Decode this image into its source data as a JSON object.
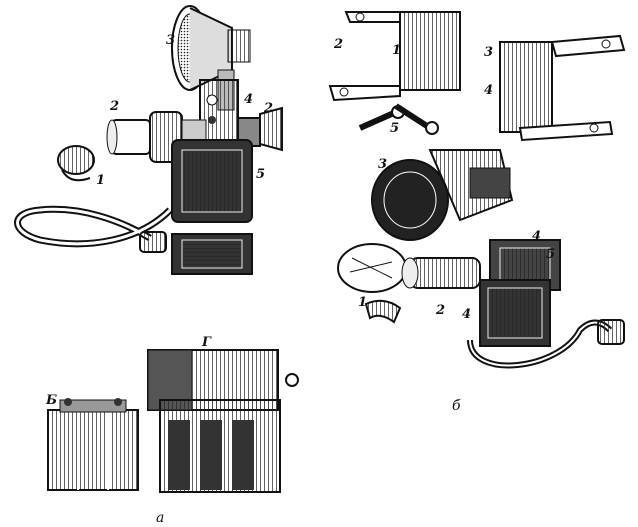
{
  "figure": {
    "panel_a_caption": "a",
    "panel_b_caption": "б",
    "labels_a": {
      "cap": "1",
      "lens_tube": "2",
      "eyepiece": "2",
      "headlamp": "3",
      "connector": "4",
      "housing_front": "5",
      "battery_left": "Б",
      "battery_right": "Г"
    },
    "labels_b": {
      "bracket_1": "1",
      "bracket_2": "2",
      "bracket_3": "3",
      "bracket_4": "4",
      "screw_5": "5",
      "headlamp_3": "3",
      "cap_1": "1",
      "tube_2": "2",
      "mount_4a": "4",
      "mount_5": "5",
      "housing_4": "4"
    }
  },
  "colors": {
    "ink": "#1a1a1a",
    "paper": "#ffffff",
    "shade": "#555555"
  }
}
